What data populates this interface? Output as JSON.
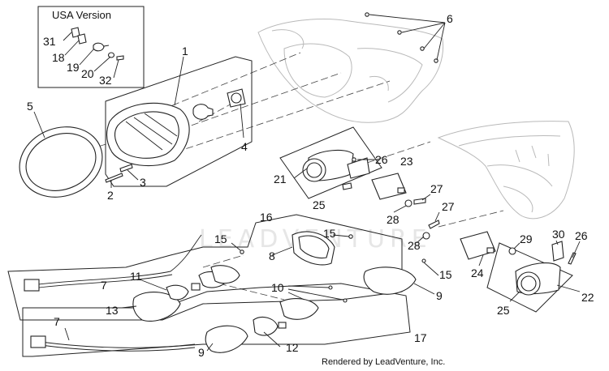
{
  "inset": {
    "title": "USA Version"
  },
  "watermark": "LEADVENTURE",
  "credit": "Rendered by LeadVenture, Inc.",
  "callouts": [
    {
      "id": "c31",
      "text": "31"
    },
    {
      "id": "c18",
      "text": "18"
    },
    {
      "id": "c19",
      "text": "19"
    },
    {
      "id": "c20",
      "text": "20"
    },
    {
      "id": "c32",
      "text": "32"
    },
    {
      "id": "c1",
      "text": "1"
    },
    {
      "id": "c5",
      "text": "5"
    },
    {
      "id": "c6",
      "text": "6"
    },
    {
      "id": "c2",
      "text": "2"
    },
    {
      "id": "c3",
      "text": "3"
    },
    {
      "id": "c4",
      "text": "4"
    },
    {
      "id": "c21",
      "text": "21"
    },
    {
      "id": "c25a",
      "text": "25"
    },
    {
      "id": "c26a",
      "text": "26"
    },
    {
      "id": "c23",
      "text": "23"
    },
    {
      "id": "c27a",
      "text": "27"
    },
    {
      "id": "c28a",
      "text": "28"
    },
    {
      "id": "c27b",
      "text": "27"
    },
    {
      "id": "c28b",
      "text": "28"
    },
    {
      "id": "c16",
      "text": "16"
    },
    {
      "id": "c15a",
      "text": "15"
    },
    {
      "id": "c15b",
      "text": "15"
    },
    {
      "id": "c8",
      "text": "8"
    },
    {
      "id": "c29",
      "text": "29"
    },
    {
      "id": "c30",
      "text": "30"
    },
    {
      "id": "c26b",
      "text": "26"
    },
    {
      "id": "c24",
      "text": "24"
    },
    {
      "id": "c22",
      "text": "22"
    },
    {
      "id": "c25b",
      "text": "25"
    },
    {
      "id": "c7a",
      "text": "7"
    },
    {
      "id": "c11",
      "text": "11"
    },
    {
      "id": "c13",
      "text": "13"
    },
    {
      "id": "c10",
      "text": "10"
    },
    {
      "id": "c15c",
      "text": "15"
    },
    {
      "id": "c9a",
      "text": "9"
    },
    {
      "id": "c7b",
      "text": "7"
    },
    {
      "id": "c9b",
      "text": "9"
    },
    {
      "id": "c12",
      "text": "12"
    },
    {
      "id": "c17",
      "text": "17"
    }
  ]
}
